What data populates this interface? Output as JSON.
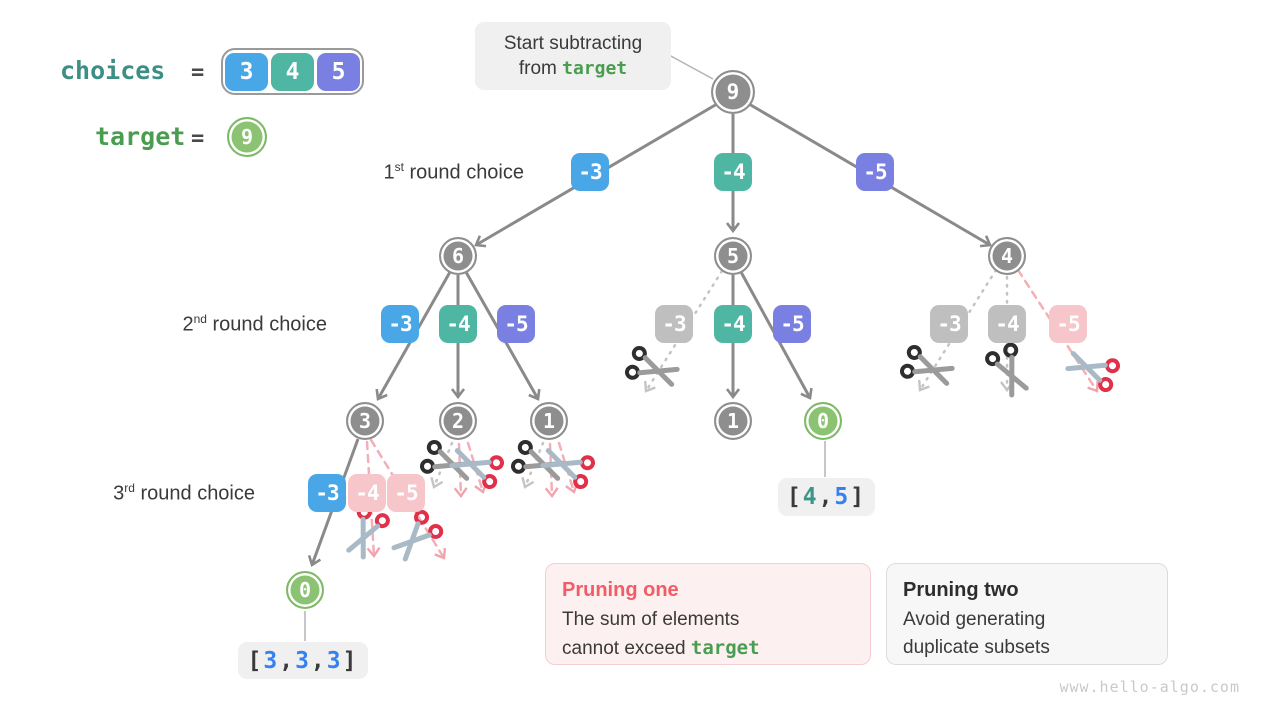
{
  "vars": {
    "choices_label": "choices",
    "eq": "=",
    "choices": [
      "3",
      "4",
      "5"
    ],
    "target_label": "target",
    "target_value": "9"
  },
  "callout": {
    "line1": "Start subtracting",
    "line2_text": "from ",
    "line2_code": "target"
  },
  "rounds": [
    {
      "num": "1",
      "sup": "st",
      "text": " round choice"
    },
    {
      "num": "2",
      "sup": "nd",
      "text": " round choice"
    },
    {
      "num": "3",
      "sup": "rd",
      "text": " round choice"
    }
  ],
  "nodes": {
    "root": "9",
    "n6": "6",
    "n5": "5",
    "n4": "4",
    "n3": "3",
    "n2": "2",
    "n1": "1",
    "n1b": "1",
    "n0a": "0",
    "n0b": "0"
  },
  "edge_labels": {
    "m3": "-3",
    "m4": "-4",
    "m5": "-5"
  },
  "results": {
    "open": "[",
    "close": "]",
    "sep": ",",
    "r45": [
      "4",
      "5"
    ],
    "r333": [
      "3",
      "3",
      "3"
    ]
  },
  "pruning_one": {
    "title": "Pruning one",
    "line1": "The sum of elements",
    "line2_text": "cannot exceed ",
    "line2_code": "target",
    "icon": "scissors-red"
  },
  "pruning_two": {
    "title": "Pruning two",
    "line1": "Avoid generating",
    "line2": "duplicate subsets",
    "icon": "scissors-black"
  },
  "watermark": "www.hello-algo.com",
  "colors": {
    "blue": "#49A7E8",
    "teal": "#4FB6A3",
    "purple": "#7A80E2",
    "pruned_gray": "#BFBFBF",
    "pruned_pink": "#F6C6CA",
    "node_gray": "#8E8E8E",
    "node_green": "#8CC373",
    "code_green": "#4A9D50",
    "code_teal": "#3D8E84",
    "red_title": "#F25C66",
    "val3": "#3680F0",
    "val4": "#3D9488",
    "val5": "#4A5CD8"
  }
}
